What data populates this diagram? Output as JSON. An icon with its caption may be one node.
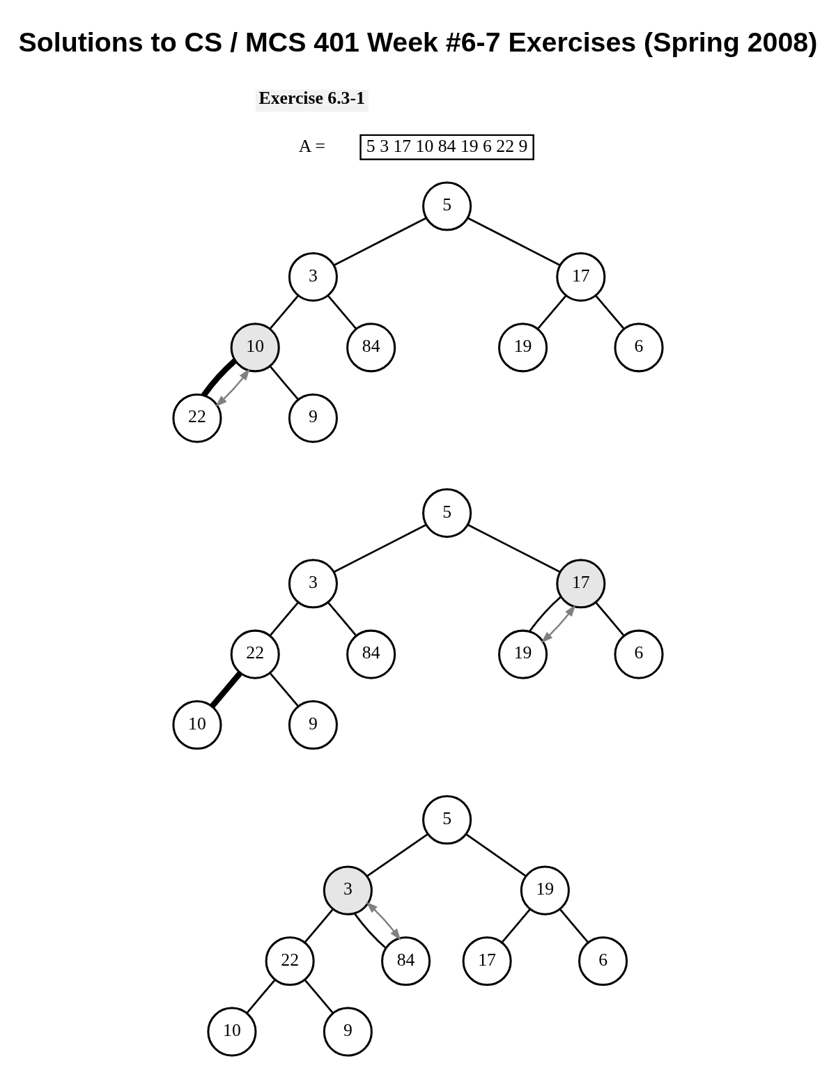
{
  "diagram": {
    "title": "Solutions to CS / MCS 401 Week #6-7 Exercises (Spring 2008)",
    "nodes": [
      {
        "text": [
          "5 3 17 10 84 19 6 22 9"
        ],
        "beside": [
          "A ="
        ]
      },
      {
        "text": [
          "5"
        ]
      },
      {
        "text": [
          "3"
        ]
      },
      {
        "text": [
          "17"
        ]
      },
      {
        "text": [
          "10"
        ]
      },
      {
        "text": [
          "84"
        ]
      },
      {
        "text": [
          "19"
        ]
      },
      {
        "text": [
          "6"
        ]
      },
      {
        "text": [
          "22"
        ]
      },
      {
        "text": [
          "9"
        ]
      },
      {
        "text": [
          "5"
        ]
      },
      {
        "text": [
          "3"
        ]
      },
      {
        "text": [
          "17"
        ]
      },
      {
        "text": [
          "22"
        ]
      },
      {
        "text": [
          "84"
        ]
      },
      {
        "text": [
          "19"
        ]
      },
      {
        "text": [
          "6"
        ]
      },
      {
        "text": [
          "10"
        ]
      },
      {
        "text": [
          "9"
        ]
      },
      {
        "text": [
          "5"
        ]
      },
      {
        "text": [
          "3"
        ]
      },
      {
        "text": [
          "19"
        ]
      },
      {
        "text": [
          "22"
        ]
      },
      {
        "text": [
          "84"
        ]
      },
      {
        "text": [
          "17"
        ]
      },
      {
        "text": [
          "6"
        ]
      },
      {
        "text": [
          "10"
        ]
      },
      {
        "text": [
          "9"
        ]
      }
    ],
    "edges": [
      {
        "from": 1,
        "to": 2,
        "arrow": "none"
      },
      {
        "from": 1,
        "to": 3,
        "arrow": "none"
      },
      {
        "from": 2,
        "to": 4,
        "arrow": "none"
      },
      {
        "from": 2,
        "to": 5,
        "arrow": "none"
      },
      {
        "from": 3,
        "to": 6,
        "arrow": "none"
      },
      {
        "from": 3,
        "to": 7,
        "arrow": "none"
      },
      {
        "from": 4,
        "to": 8,
        "arrow": "none",
        "style": "thick"
      },
      {
        "from": 4,
        "to": 9,
        "arrow": "none"
      },
      {
        "from": 4,
        "to": 8,
        "arrow": "both",
        "color": "#808080"
      },
      {
        "from": 10,
        "to": 11,
        "arrow": "none"
      },
      {
        "from": 10,
        "to": 12,
        "arrow": "none"
      },
      {
        "from": 11,
        "to": 13,
        "arrow": "none"
      },
      {
        "from": 11,
        "to": 14,
        "arrow": "none"
      },
      {
        "from": 12,
        "to": 15,
        "arrow": "none"
      },
      {
        "from": 12,
        "to": 16,
        "arrow": "none"
      },
      {
        "from": 13,
        "to": 17,
        "arrow": "none",
        "style": "thick"
      },
      {
        "from": 13,
        "to": 18,
        "arrow": "none"
      },
      {
        "from": 12,
        "to": 15,
        "arrow": "both",
        "color": "#808080"
      },
      {
        "from": 19,
        "to": 20,
        "arrow": "none"
      },
      {
        "from": 19,
        "to": 21,
        "arrow": "none"
      },
      {
        "from": 20,
        "to": 22,
        "arrow": "none"
      },
      {
        "from": 20,
        "to": 23,
        "arrow": "none"
      },
      {
        "from": 21,
        "to": 24,
        "arrow": "none"
      },
      {
        "from": 21,
        "to": 25,
        "arrow": "none"
      },
      {
        "from": 22,
        "to": 26,
        "arrow": "none"
      },
      {
        "from": 22,
        "to": 27,
        "arrow": "none"
      },
      {
        "from": 20,
        "to": 23,
        "arrow": "both",
        "color": "#808080"
      }
    ],
    "labels": [
      "Exercise 6.3-1"
    ]
  }
}
